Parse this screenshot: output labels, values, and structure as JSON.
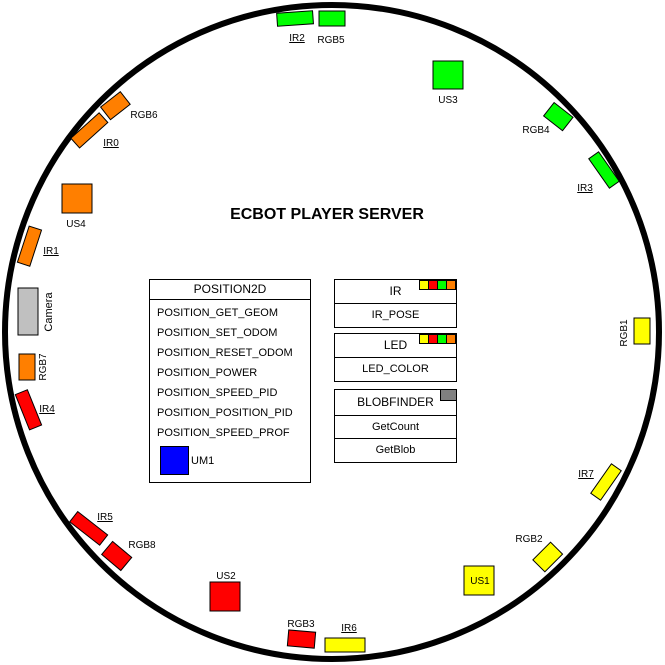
{
  "title": "ECBOT PLAYER SERVER",
  "colors": {
    "orange": "#ff7f00",
    "green": "#00ff00",
    "red": "#ff0000",
    "yellow": "#ffff00",
    "gray": "#c0c0c0",
    "blue": "#0000ff"
  },
  "position2d": {
    "title": "POSITION2D",
    "items": [
      "POSITION_GET_GEOM",
      "POSITION_SET_ODOM",
      "POSITION_RESET_ODOM",
      "POSITION_POWER",
      "POSITION_SPEED_PID",
      "POSITION_POSITION_PID",
      "POSITION_SPEED_PROF"
    ],
    "um1_label": "UM1"
  },
  "ir_panel": {
    "title": "IR",
    "items": [
      "IR_POSE"
    ]
  },
  "led_panel": {
    "title": "LED",
    "items": [
      "LED_COLOR"
    ]
  },
  "blob_panel": {
    "title": "BLOBFINDER",
    "items": [
      "GetCount",
      "GetBlob"
    ]
  },
  "sensors": {
    "ir": [
      "IR0",
      "IR1",
      "IR2",
      "IR3",
      "IR4",
      "IR5",
      "IR6",
      "IR7"
    ],
    "us": [
      "US1",
      "US2",
      "US3",
      "US4"
    ],
    "rgb": [
      "RGB1",
      "RGB2",
      "RGB3",
      "RGB4",
      "RGB5",
      "RGB6",
      "RGB7",
      "RGB8"
    ],
    "camera": "Camera"
  }
}
